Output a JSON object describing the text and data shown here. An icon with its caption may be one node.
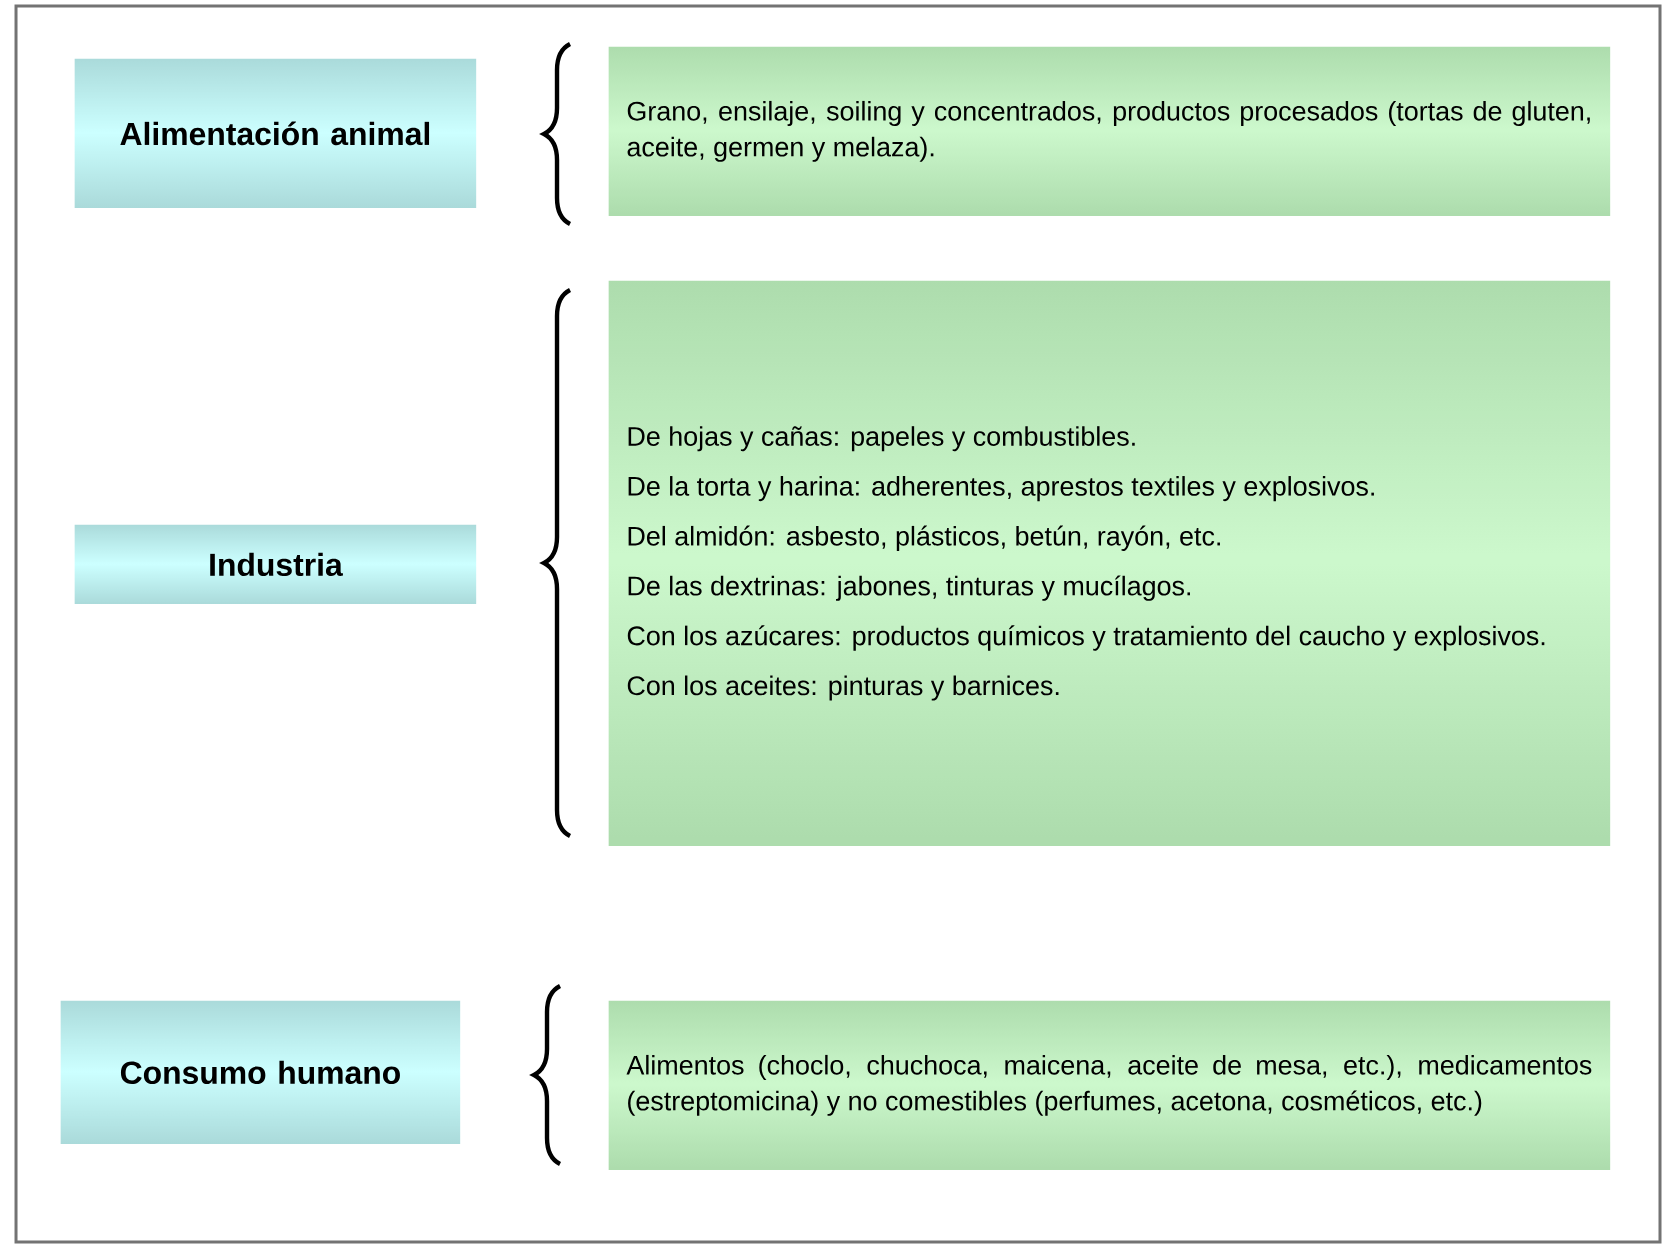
{
  "diagram": {
    "nodes": [
      {
        "text": [
          "Alimentación animal"
        ]
      },
      {
        "text": [
          "Grano, ensilaje, soiling y concentrados, productos procesados (tortas de gluten, aceite, germen y melaza)."
        ]
      },
      {
        "text": [
          "Industria"
        ]
      },
      {
        "text": [
          "De hojas y cañas: papeles y combustibles.",
          "De la torta y harina: adherentes, aprestos textiles y explosivos.",
          "Del almidón: asbesto, plásticos, betún, rayón, etc.",
          "De las dextrinas: jabones, tinturas y mucílagos.",
          "Con los azúcares: productos químicos y tratamiento del caucho y explosivos.",
          "Con los aceites: pinturas y barnices."
        ]
      },
      {
        "text": [
          "Consumo humano"
        ]
      },
      {
        "text": [
          "Alimentos (choclo, chuchoca, maicena, aceite de mesa, etc.), medicamentos (estreptomicina) y no comestibles (perfumes, acetona, cosméticos, etc.)"
        ]
      }
    ]
  }
}
